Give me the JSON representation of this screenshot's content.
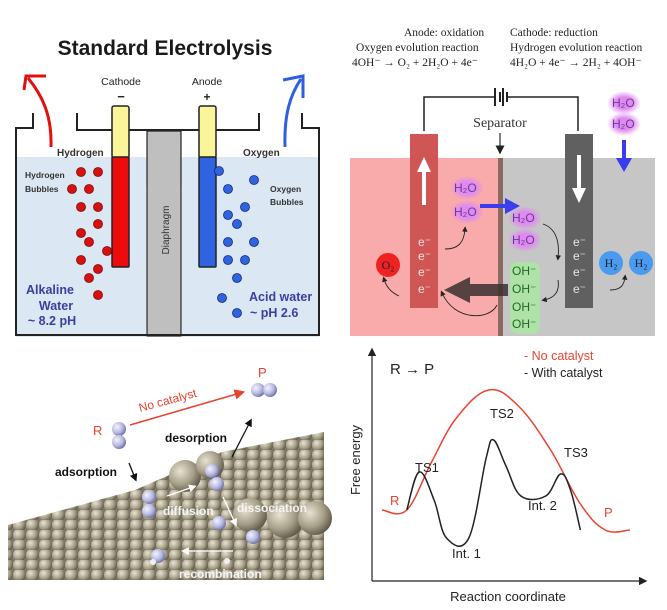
{
  "electrolysis": {
    "title": "Standard Electrolysis",
    "cathode_label": "Cathode",
    "cathode_sign": "−",
    "anode_label": "Anode",
    "anode_sign": "+",
    "hydrogen_label": "Hydrogen",
    "oxygen_label": "Oxygen",
    "hydrogen_bubbles_line1": "Hydrogen",
    "hydrogen_bubbles_line2": "Bubbles",
    "oxygen_bubbles_line1": "Oxygen",
    "oxygen_bubbles_line2": "Bubbles",
    "diaphragm_label": "Diaphragm",
    "alkaline_line1": "Alkaline",
    "alkaline_line2": "Water",
    "alkaline_line3": "~ 8.2 pH",
    "acid_line1": "Acid water",
    "acid_line2": "~ pH 2.6",
    "colors": {
      "hydrogen": "#e01010",
      "oxygen": "#2f5fe0",
      "water": "#dbe8f3",
      "diaphragm": "#c0bfbf",
      "electrode_top": "#fbf59a",
      "text_blue": "#3a3fa0"
    }
  },
  "cell": {
    "anode_header": "Anode: oxidation",
    "anode_reaction": "Oxygen evolution reaction",
    "anode_equation": "4OH⁻ → O₂ + 2H₂O + 4e⁻",
    "cathode_header": "Cathode: reduction",
    "cathode_reaction": "Hydrogen evolution reaction",
    "cathode_equation": "4H₂O + 4e⁻ → 2H₂ + 4OH⁻",
    "separator_label": "Separator",
    "h2o": "H₂O",
    "o2": "O₂",
    "h2": "H₂",
    "oh": "OH⁻",
    "electron": "e⁻",
    "colors": {
      "anode_side": "#f9aaaa",
      "cathode_side": "#c6c6c6",
      "anode_electrode": "#d05555",
      "cathode_electrode": "#606060",
      "water_glow": "#e08af0",
      "oh_glow": "#a9e8a0",
      "o2": "#ee2222",
      "h2": "#4a9af0",
      "arrow_blue": "#3b3bf0"
    }
  },
  "catalysis": {
    "r_label": "R",
    "p_label": "P",
    "no_catalyst": "No catalyst",
    "desorption": "desorption",
    "adsorption": "adsorption",
    "diffusion": "diffusion",
    "dissociation": "dissociation",
    "recombination": "recombination",
    "colors": {
      "surface": "#a59e88",
      "molecule": "#b7b8e0",
      "red": "#e8432f"
    }
  },
  "chart_data": {
    "type": "line",
    "title": "R → P",
    "xlabel": "Reaction coordinate",
    "ylabel": "Free energy",
    "legend": [
      "- No catalyst",
      "- With catalyst"
    ],
    "legend_placement": "top-right",
    "grid": false,
    "xlim": [
      0,
      10
    ],
    "ylim": [
      0,
      10
    ],
    "series": [
      {
        "name": "No catalyst",
        "color": "#e8432f",
        "points": [
          [
            0,
            3.0
          ],
          [
            1,
            3.0
          ],
          [
            2,
            5.4
          ],
          [
            3,
            7.6
          ],
          [
            4.3,
            9.0
          ],
          [
            5.5,
            8.2
          ],
          [
            6.8,
            6.0
          ],
          [
            8,
            3.3
          ],
          [
            9,
            2.0
          ],
          [
            10,
            2.0
          ]
        ]
      },
      {
        "name": "With catalyst",
        "color": "#222222",
        "points": [
          [
            1,
            3.0
          ],
          [
            1.5,
            4.9
          ],
          [
            2.1,
            3.5
          ],
          [
            2.6,
            1.6
          ],
          [
            3.5,
            1.6
          ],
          [
            4.2,
            5.6
          ],
          [
            4.5,
            6.5
          ],
          [
            5.0,
            5.2
          ],
          [
            5.6,
            3.7
          ],
          [
            6.6,
            3.7
          ],
          [
            7.2,
            4.8
          ],
          [
            7.6,
            4.0
          ],
          [
            8,
            2.0
          ]
        ]
      }
    ],
    "annotations": [
      "R",
      "TS1",
      "Int. 1",
      "TS2",
      "Int. 2",
      "TS3",
      "P"
    ]
  }
}
